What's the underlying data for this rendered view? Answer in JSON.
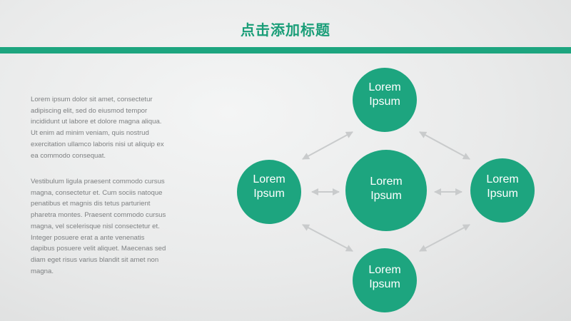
{
  "slide": {
    "title": "点击添加标题",
    "paragraphs": [
      "Lorem ipsum dolor sit amet, consectetur adipiscing elit, sed do eiusmod tempor incididunt ut labore et dolore magna aliqua. Ut enim ad minim veniam, quis nostrud exercitation ullamco laboris nisi ut aliquip ex ea commodo consequat.",
      "Vestibulum ligula praesent commodo cursus magna, consectetur et. Cum sociis natoque penatibus et magnis dis tetus parturient pharetra montes. Praesent commodo cursus magna, vel scelerisque nisl consectetur et. Integer posuere erat a ante venenatis dapibus posuere velit aliquet. Maecenas sed diam eget risus varius blandit sit amet non magna."
    ]
  },
  "diagram": {
    "nodes": [
      {
        "id": "center",
        "line1": "Lorem",
        "line2": "Ipsum"
      },
      {
        "id": "top",
        "line1": "Lorem",
        "line2": "Ipsum"
      },
      {
        "id": "left",
        "line1": "Lorem",
        "line2": "Ipsum"
      },
      {
        "id": "right",
        "line1": "Lorem",
        "line2": "Ipsum"
      },
      {
        "id": "bottom",
        "line1": "Lorem",
        "line2": "Ipsum"
      }
    ]
  },
  "colors": {
    "accent": "#1da57f",
    "arrow": "#c9cbcc",
    "title": "#1a9e78"
  }
}
